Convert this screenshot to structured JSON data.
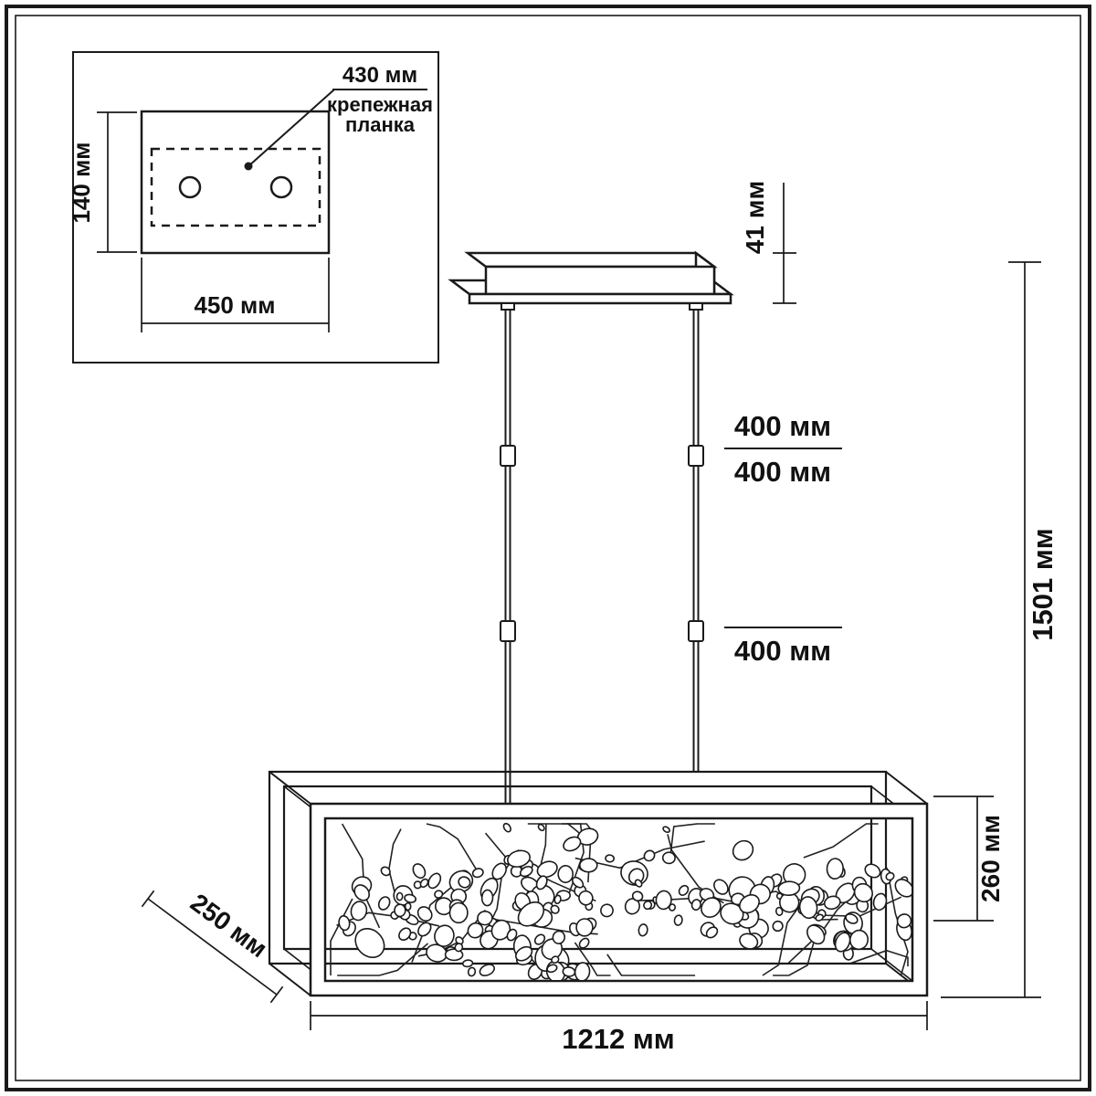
{
  "drawing": {
    "background": "#ffffff",
    "line_color": "#1a1a1a",
    "inset": {
      "plate_width": "450 мм",
      "plate_height": "140 мм",
      "bracket_note_value": "430 мм",
      "bracket_note_word1": "крепежная",
      "bracket_note_word2": "планка"
    },
    "dimensions": {
      "canopy_height": "41 мм",
      "rod_segment_upper": "400 мм",
      "rod_segment_middle": "400 мм",
      "rod_segment_lower": "400 мм",
      "overall_height": "1501 мм",
      "shade_height": "260 мм",
      "shade_depth": "250 мм",
      "shade_length": "1212 мм"
    }
  }
}
